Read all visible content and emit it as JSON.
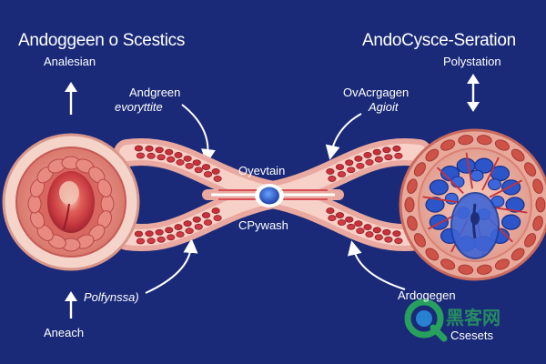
{
  "left": {
    "title": "Andoggeen o Scestics",
    "subtitle": "Analesian",
    "bottom_label": "Aneach"
  },
  "right": {
    "title": "AndoCysce-Seration",
    "subtitle": "Polystation",
    "bottom_label": "Csesets"
  },
  "annotations": {
    "upper_left_line1": "Andgreen",
    "upper_left_line2": "evoryttite",
    "center_top": "Oyevtain",
    "center_bottom": "CPywash",
    "upper_right_line1": "OvAcrgagen",
    "upper_right_line2": "Agioit",
    "lower_left": "Polfynssa)",
    "lower_right": "Ardogegen"
  },
  "watermark": {
    "text": "黑客网"
  },
  "colors": {
    "background": "#1a2a78",
    "tissue_outer": "#f2c6b8",
    "tissue_mid": "#e58d86",
    "tissue_core": "#c5383e",
    "cell_blue": "#2b55c9",
    "vessel_red": "#c8303a",
    "arrow": "#ffffff"
  }
}
